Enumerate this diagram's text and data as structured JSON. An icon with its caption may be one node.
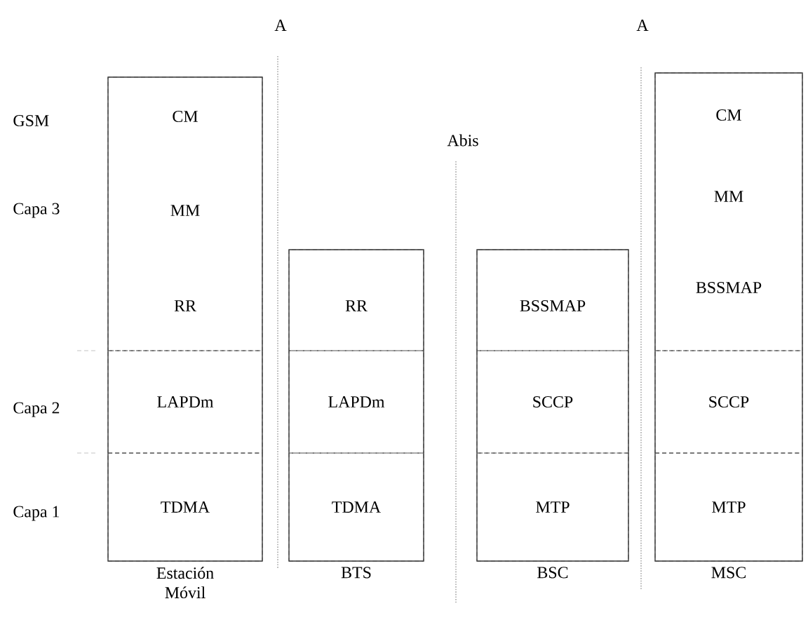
{
  "diagram": {
    "nodes": [
      {
        "text": [],
        "shape": "box",
        "beside": [
          "Estación Móvil"
        ]
      },
      {
        "text": [
          "CM",
          "MM",
          "RR"
        ],
        "in": 0
      },
      {
        "text": [
          "LAPDm"
        ],
        "in": 0
      },
      {
        "text": [
          "TDMA"
        ],
        "in": 0
      },
      {
        "text": [],
        "shape": "box",
        "beside": [
          "BTS"
        ]
      },
      {
        "text": [
          "RR"
        ],
        "in": 4
      },
      {
        "text": [
          "LAPDm"
        ],
        "in": 4
      },
      {
        "text": [
          "TDMA"
        ],
        "in": 4
      },
      {
        "text": [],
        "shape": "box",
        "beside": [
          "BSC"
        ]
      },
      {
        "text": [
          "BSSMAP"
        ],
        "in": 8
      },
      {
        "text": [
          "SCCP"
        ],
        "in": 8
      },
      {
        "text": [
          "MTP"
        ],
        "in": 8
      },
      {
        "text": [],
        "shape": "box",
        "beside": [
          "MSC"
        ]
      },
      {
        "text": [
          "CM",
          "MM",
          "BSSMAP"
        ],
        "in": 12
      },
      {
        "text": [
          "SCCP"
        ],
        "in": 12
      },
      {
        "text": [
          "MTP"
        ],
        "in": 12
      }
    ],
    "labels": [
      "A",
      "A",
      "GSM",
      "Abis",
      "Capa 3",
      "Capa 2",
      "Capa 1"
    ]
  }
}
